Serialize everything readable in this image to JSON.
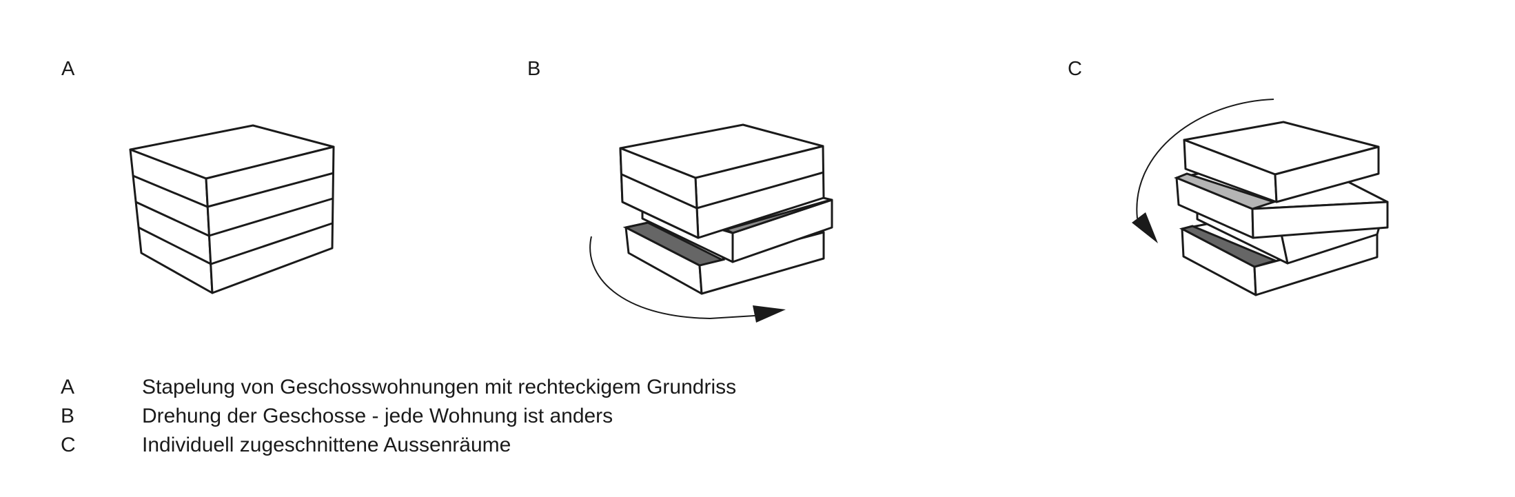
{
  "panels": [
    {
      "label": "A"
    },
    {
      "label": "B"
    },
    {
      "label": "C"
    }
  ],
  "legend": [
    {
      "key": "A",
      "text": "Stapelung von Geschosswohnungen mit rechteckigem Grundriss"
    },
    {
      "key": "B",
      "text": "Drehung der Geschosse - jede Wohnung ist anders"
    },
    {
      "key": "C",
      "text": "Individuell zugeschnittene Aussenräume"
    }
  ],
  "colors": {
    "line": "#1a1a1a",
    "dark_terrace": "#666666",
    "mid_terrace": "#8a8a8a",
    "light_terrace": "#b5b5b5"
  }
}
